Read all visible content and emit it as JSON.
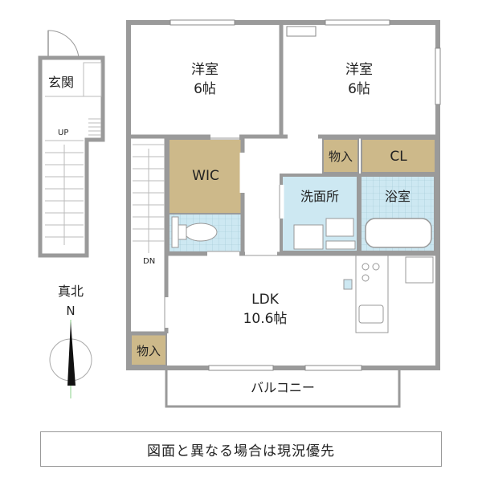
{
  "rooms": {
    "western1": {
      "name": "洋室",
      "size": "6帖"
    },
    "western2": {
      "name": "洋室",
      "size": "6帖"
    },
    "entrance": "玄関",
    "wic": "WIC",
    "storage_upper": "物入",
    "closet": "CL",
    "washroom": "洗面所",
    "bathroom": "浴室",
    "ldk": {
      "name": "LDK",
      "size": "10.6帖"
    },
    "storage_lower": "物入",
    "balcony": "バルコニー"
  },
  "stairs": {
    "up": "UP",
    "down": "DN"
  },
  "compass": {
    "label": "真北",
    "direction": "N"
  },
  "note": "図面と異なる場合は現況優先",
  "colors": {
    "wall": "#9a9a9a",
    "storage_fill": "#cdb98a",
    "wet_area_fill": "#cde8f2",
    "floor": "#ffffff"
  }
}
